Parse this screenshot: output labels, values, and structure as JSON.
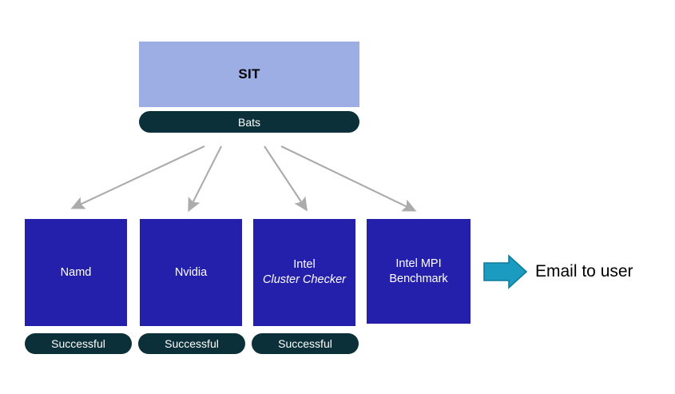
{
  "diagram": {
    "title_node": {
      "label": "SIT",
      "color": "#9CAEE4",
      "text_color": "#000000"
    },
    "runner_node": {
      "label": "Bats",
      "color": "#0B3039",
      "text_color": "#FFFFFF"
    },
    "tests": [
      {
        "name": "test-namd",
        "label_line1": "Namd",
        "label_line2": "",
        "status": "Successful",
        "has_status": true,
        "color": "#2420AC"
      },
      {
        "name": "test-nvidia",
        "label_line1": "Nvidia",
        "label_line2": "",
        "status": "Successful",
        "has_status": true,
        "color": "#2420AC"
      },
      {
        "name": "test-intel-cluster-checker",
        "label_line1": "Intel",
        "label_line2": "Cluster Checker",
        "label_line2_italic": true,
        "status": "Successful",
        "has_status": true,
        "color": "#2420AC"
      },
      {
        "name": "test-intel-mpi-benchmark",
        "label_line1": "Intel MPI",
        "label_line2": "Benchmark",
        "label_line2_italic": false,
        "status": "",
        "has_status": false,
        "color": "#2420AC"
      }
    ],
    "output": {
      "arrow_icon": "right-arrow-icon",
      "arrow_color": "#1B9BBF",
      "arrow_outline": "#0E7C9C",
      "label": "Email to user",
      "text_color": "#000000"
    },
    "connectors": {
      "color": "#ABABAB",
      "count": 4,
      "description": "four gray arrows fanning out from Bats runner to each test box"
    },
    "background": "#FFFFFF"
  }
}
